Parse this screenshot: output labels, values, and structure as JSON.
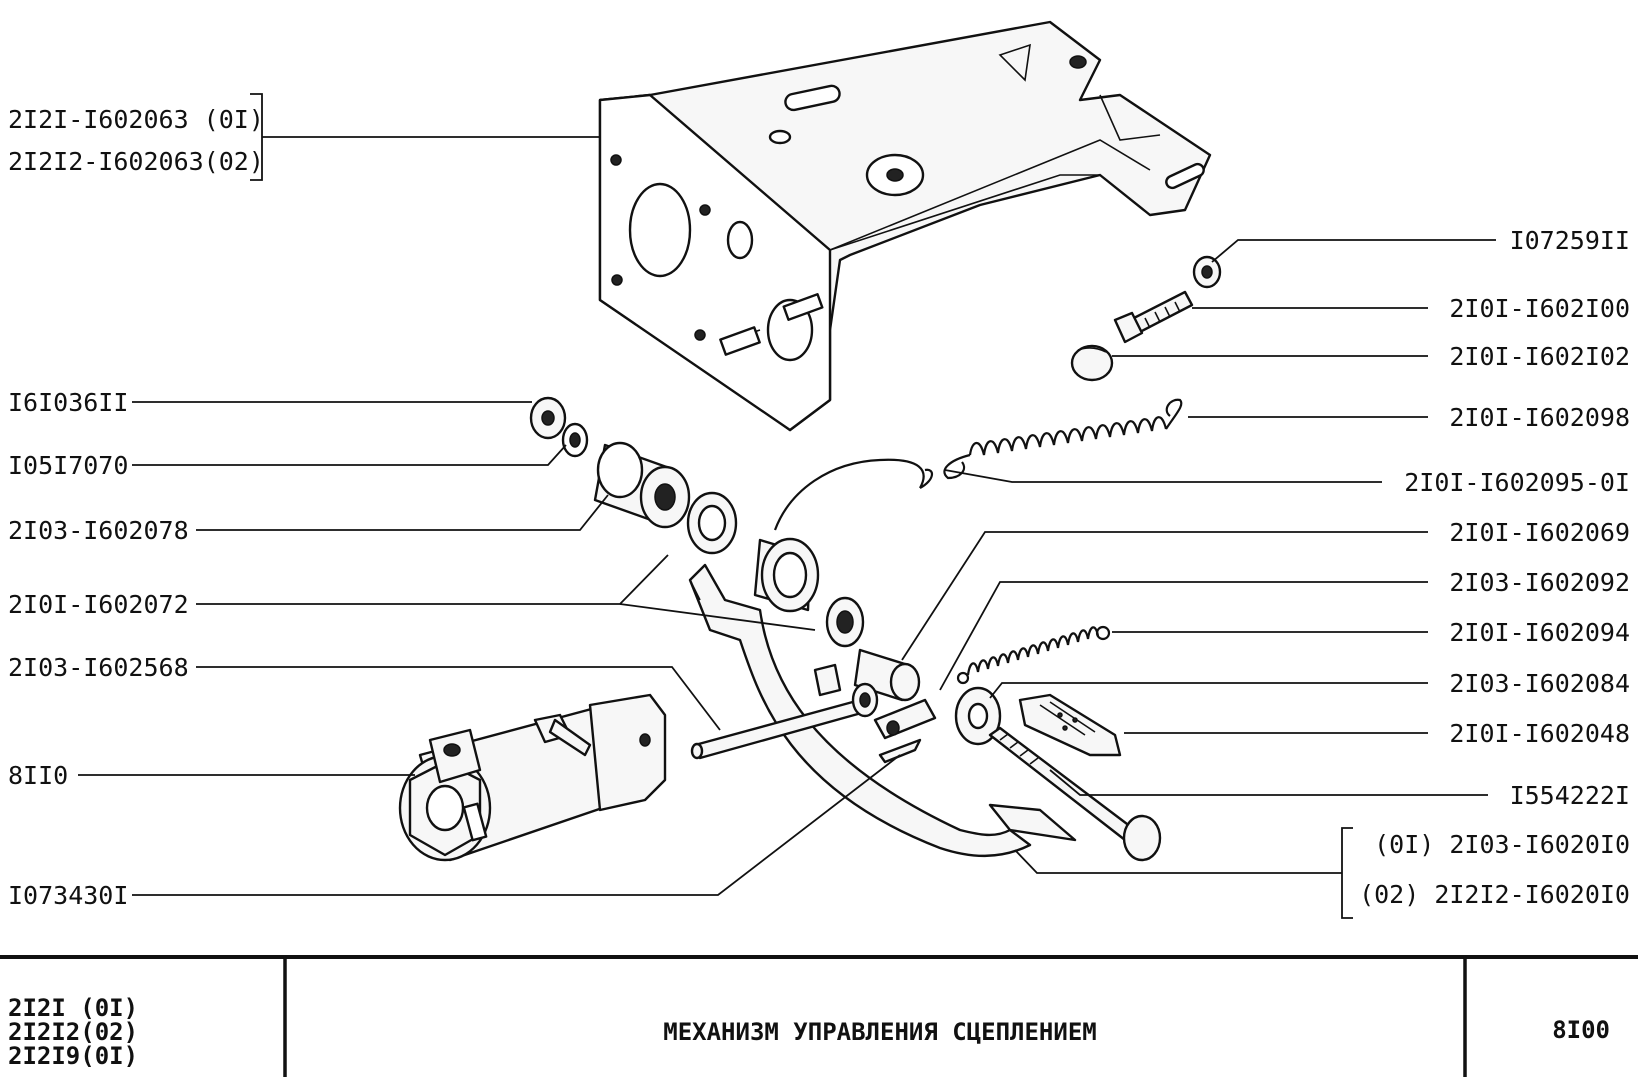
{
  "labels_left": {
    "bracket_01": "2I2I-I602063 (0I)",
    "bracket_02": "2I2I2-I602063(02)",
    "nut": "I6I036II",
    "washer": "I05I7070",
    "bushing": "2I03-I602078",
    "bushing_2": "2I0I-I602072",
    "pushrod": "2I03-I602568",
    "master_cylinder": "8II0",
    "cotter_pin": "I073430I"
  },
  "labels_right": {
    "nut_small": "I07259II",
    "bolt": "2I0I-I602I00",
    "bumper": "2I0I-I602I02",
    "spring_return": "2I0I-I602098",
    "spring_clip": "2I0I-I602095-0I",
    "sleeve": "2I0I-I602069",
    "washer_2": "2I03-I602092",
    "spring_assist": "2I0I-I602094",
    "washer_3": "2I03-I602084",
    "pedal_pad": "2I0I-I602048",
    "pivot_bolt": "I554222I",
    "pedal_01": "(0I)  2I03-I6020I0",
    "pedal_02": "(02) 2I2I2-I6020I0"
  },
  "title_block": {
    "models_line1": "2I2I (0I)",
    "models_line2": "2I2I2(02)",
    "models_line3": "2I2I9(0I)",
    "title": "МЕХАНИЗМ УПРАВЛЕНИЯ СЦЕПЛЕНИЕМ",
    "code": "8I00"
  },
  "colors": {
    "ink": "#111111",
    "paper": "#ffffff"
  }
}
